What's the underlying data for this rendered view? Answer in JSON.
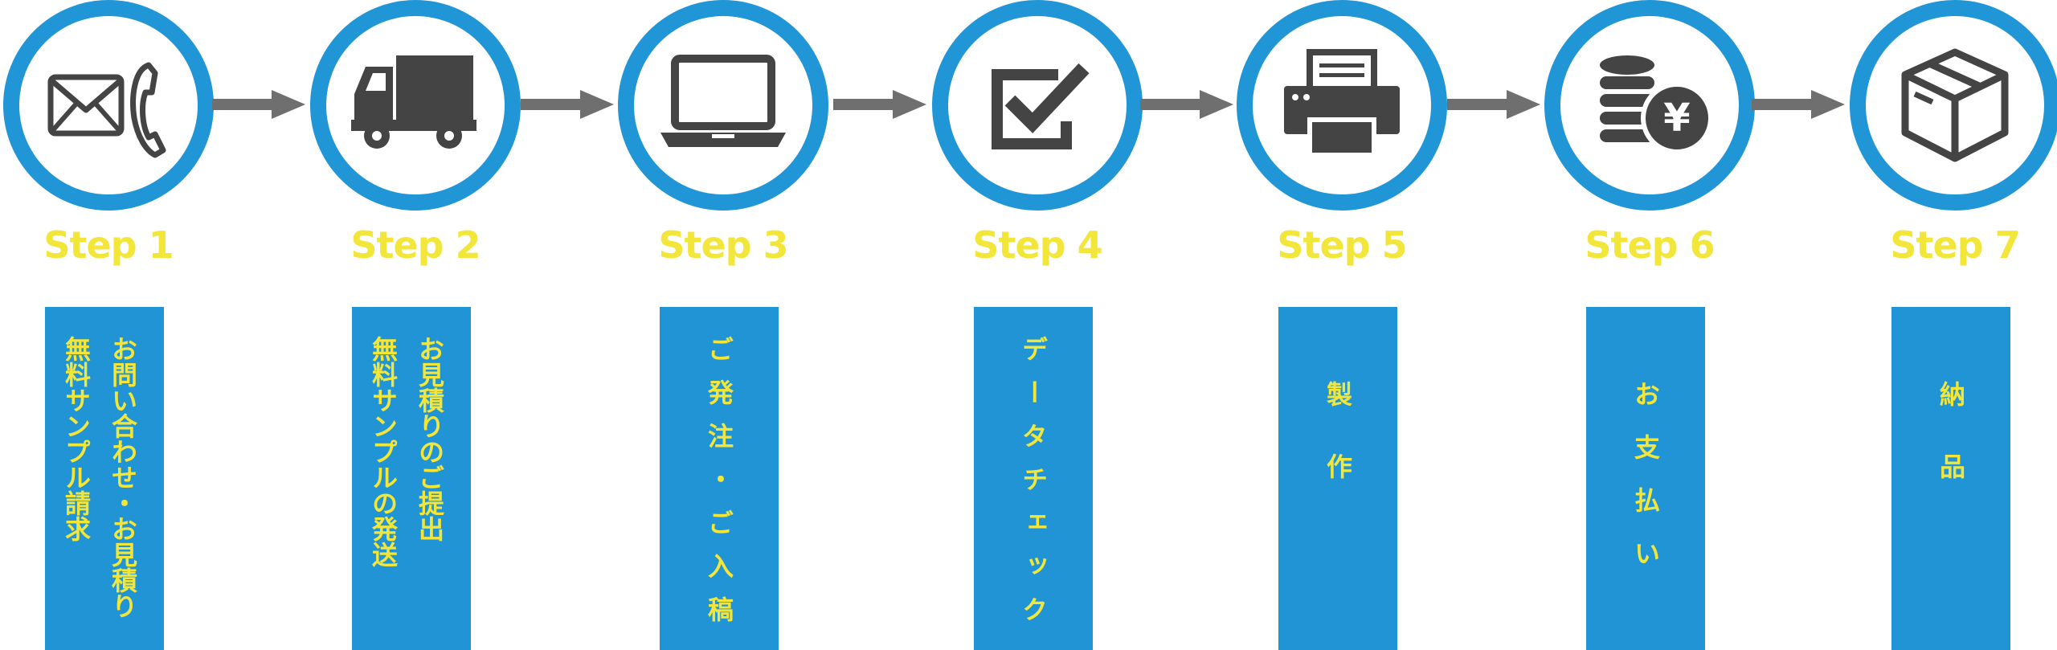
{
  "steps": [
    {
      "label": "Step 1",
      "text": "お問い合わせ・お見積り\n無料サンプル請求",
      "icon": "mail-phone-icon"
    },
    {
      "label": "Step 2",
      "text": "お見積りのご提出\n無料サンプルの発送",
      "icon": "truck-icon"
    },
    {
      "label": "Step 3",
      "text": "ご発注・ご入稿",
      "icon": "laptop-icon"
    },
    {
      "label": "Step 4",
      "text": "データチェック",
      "icon": "checkbox-icon"
    },
    {
      "label": "Step 5",
      "text": "製作",
      "icon": "printer-icon"
    },
    {
      "label": "Step 6",
      "text": "お支払い",
      "icon": "coins-yen-icon"
    },
    {
      "label": "Step 7",
      "text": "納品",
      "icon": "package-box-icon"
    }
  ],
  "colors": {
    "circle": "#2196d6",
    "bar": "#2194d5",
    "label": "#f2e63a",
    "icon": "#444444",
    "arrow": "#6f6f6f"
  }
}
